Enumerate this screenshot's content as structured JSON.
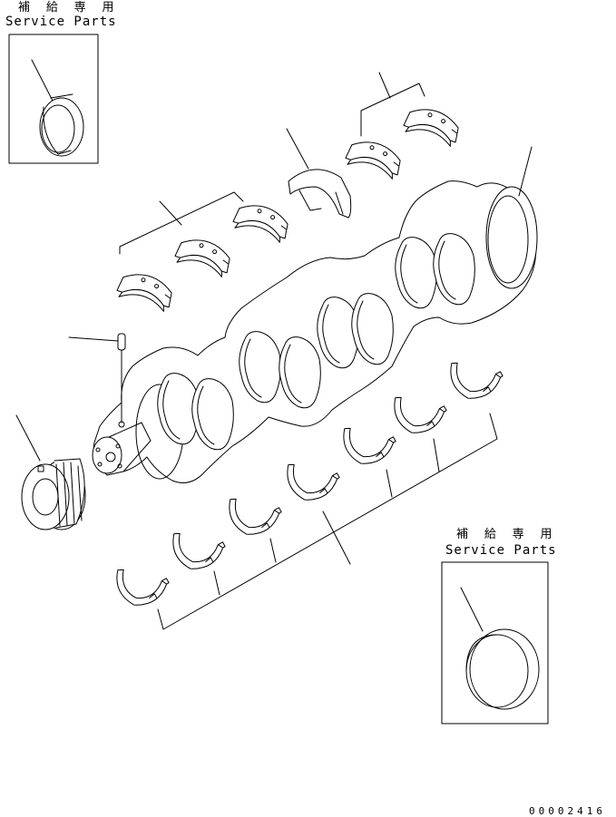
{
  "inset_top_left": {
    "label_jp": "補 給 専 用",
    "label_en": "Service Parts"
  },
  "inset_bottom_right": {
    "label_jp": "補 給 専 用",
    "label_en": "Service Parts"
  },
  "drawing_number": "00002416",
  "colors": {
    "line": "#000000",
    "background": "#ffffff"
  }
}
